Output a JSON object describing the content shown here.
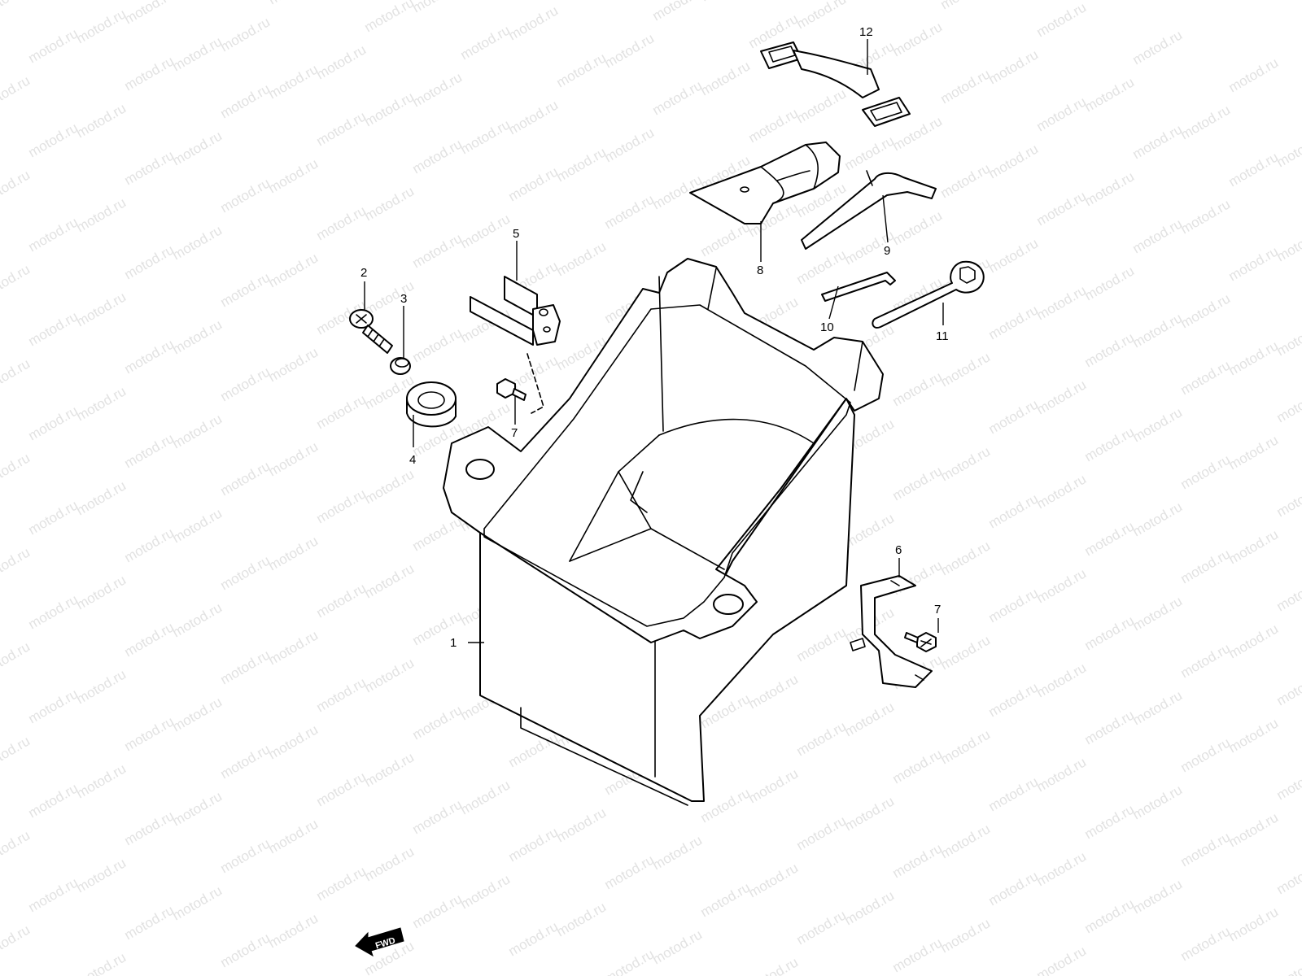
{
  "diagram": {
    "watermark": "motod.ru",
    "direction_badge": "FWD",
    "colors": {
      "line": "#000000",
      "background": "#ffffff",
      "watermark": "#e2e2e2"
    },
    "callouts": {
      "c1": "1",
      "c2": "2",
      "c3": "3",
      "c4": "4",
      "c5": "5",
      "c6": "6",
      "c7a": "7",
      "c7b": "7",
      "c8": "8",
      "c9": "9",
      "c10": "10",
      "c11": "11",
      "c12": "12"
    }
  }
}
